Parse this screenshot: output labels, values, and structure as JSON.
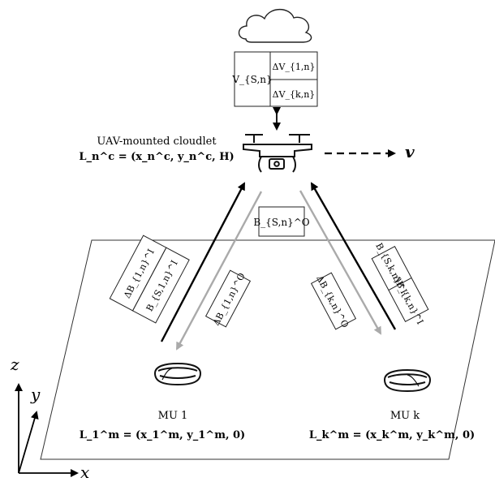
{
  "cloudlet": {
    "label": "UAV-mounted cloudlet",
    "location": "L_n^c = (x_n^c, y_n^c, H)"
  },
  "velocity_label": "v",
  "table": {
    "left": "V_{S,n}",
    "top_right": "ΔV_{1,n}",
    "bottom_right": "ΔV_{k,n}"
  },
  "center_box": "B_{S,n}^O",
  "left_boxes": {
    "upper": "ΔB_{1,n}^I",
    "lower": "B_{S,1,n}^I",
    "gray_label": "ΔB_{1,n}^O"
  },
  "right_boxes": {
    "upper": "B_{S,k,n}^I",
    "lower": "ΔB_{k,n}^I",
    "gray_label": "ΔB_{k,n}^O"
  },
  "mu1": {
    "name": "MU 1",
    "location": "L_1^m = (x_1^m, y_1^m, 0)"
  },
  "muk": {
    "name": "MU k",
    "location": "L_k^m = (x_k^m, y_k^m, 0)"
  },
  "axes": {
    "x": "x",
    "y": "y",
    "z": "z"
  },
  "colors": {
    "dark": "#000000",
    "gray": "#aaaaaa",
    "line": "#333333"
  }
}
